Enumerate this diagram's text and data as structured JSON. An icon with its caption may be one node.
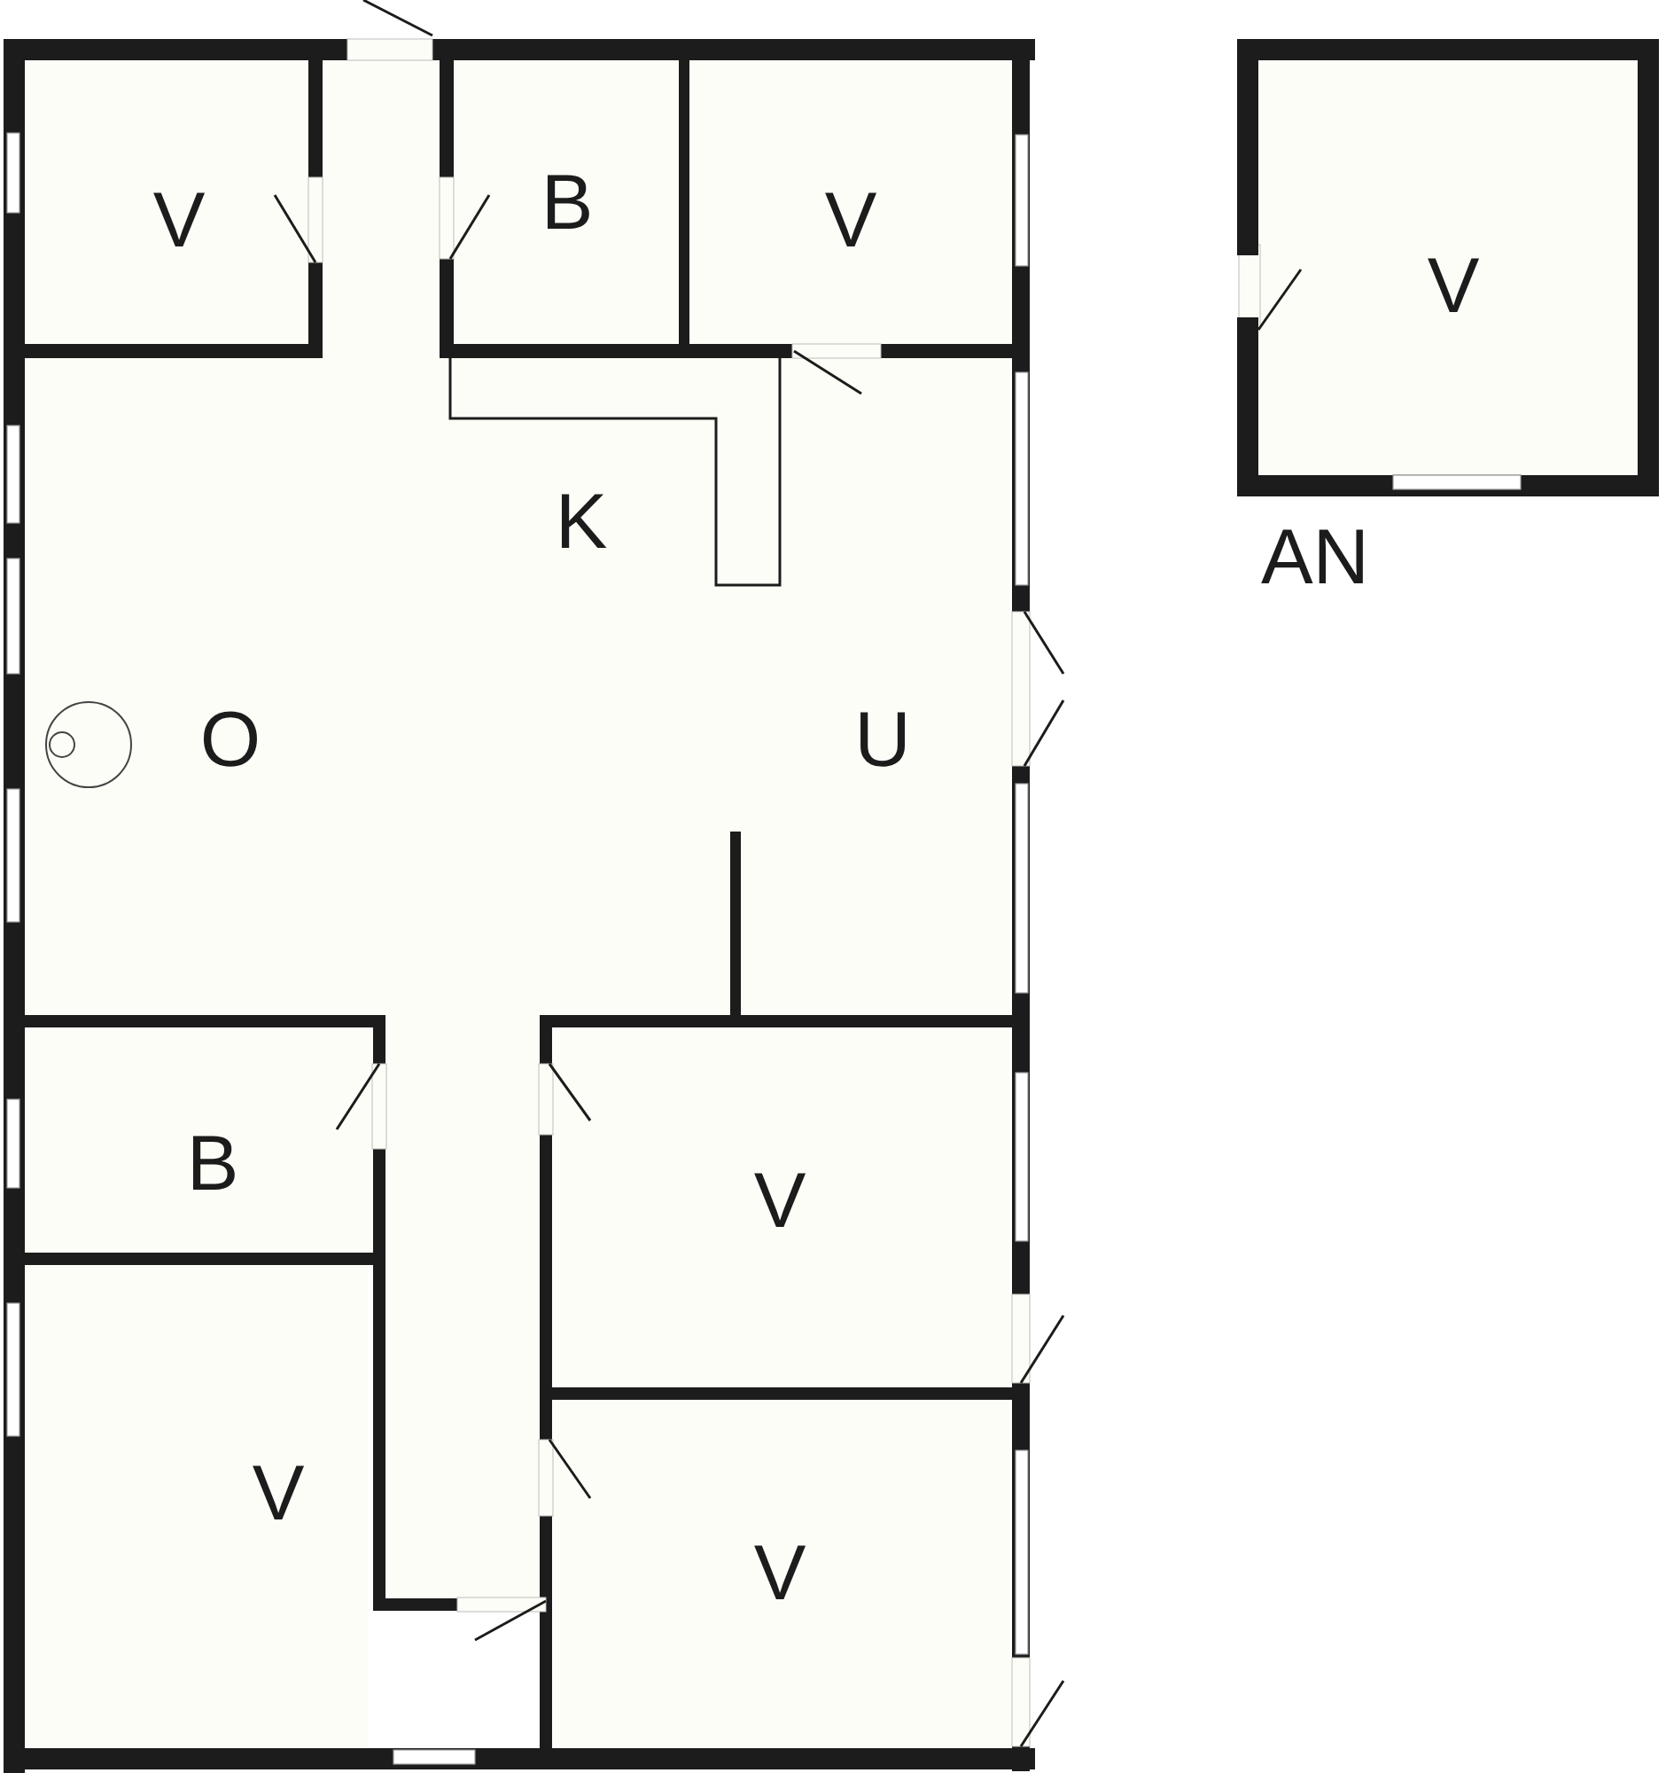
{
  "diagram": {
    "nodes": [
      {
        "text": [
          "V"
        ]
      },
      {
        "text": [
          "B"
        ]
      },
      {
        "text": [
          "V"
        ]
      },
      {
        "text": [
          "V"
        ],
        "beside": [
          "AN"
        ]
      },
      {
        "text": [
          "K",
          "O",
          "U"
        ]
      },
      {
        "text": [
          "B"
        ]
      },
      {
        "text": [
          "V"
        ]
      },
      {
        "text": [
          "V"
        ]
      },
      {
        "text": [
          "V"
        ]
      }
    ]
  }
}
